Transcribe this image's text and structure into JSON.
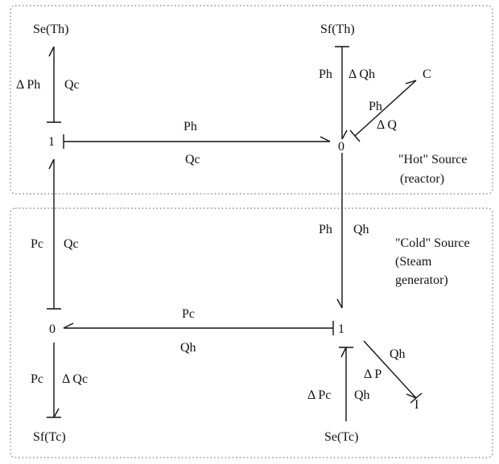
{
  "regions": {
    "hot_title": "\"Hot\" Source",
    "hot_sub": "(reactor)",
    "cold_title": "\"Cold\" Source",
    "cold_sub1": "(Steam",
    "cold_sub2": "generator)"
  },
  "nodes": {
    "se_th": "Se(Th)",
    "sf_th": "Sf(Th)",
    "c": "C",
    "one_top": "1",
    "zero_top": "0",
    "zero_bottom": "0",
    "one_bottom": "1",
    "sf_tc": "Sf(Tc)",
    "se_tc": "Se(Tc)",
    "i_bottom": "I"
  },
  "bonds": {
    "se_th_effort": "Δ Ph",
    "se_th_flow": "Qc",
    "sf_th_effort": "Ph",
    "sf_th_flow": "Δ Qh",
    "c_effort": "Ph",
    "c_flow": "Δ Q",
    "top_h_effort": "Ph",
    "top_h_flow": "Qc",
    "left_v_effort": "Pc",
    "left_v_flow": "Qc",
    "right_v_effort": "Ph",
    "right_v_flow": "Qh",
    "bottom_h_effort": "Pc",
    "bottom_h_flow": "Qh",
    "sf_tc_effort": "Pc",
    "sf_tc_flow": "Δ Qc",
    "se_tc_effort": "Δ Pc",
    "se_tc_flow": "Qh",
    "i_effort": "Δ P",
    "i_flow": "Qh"
  }
}
